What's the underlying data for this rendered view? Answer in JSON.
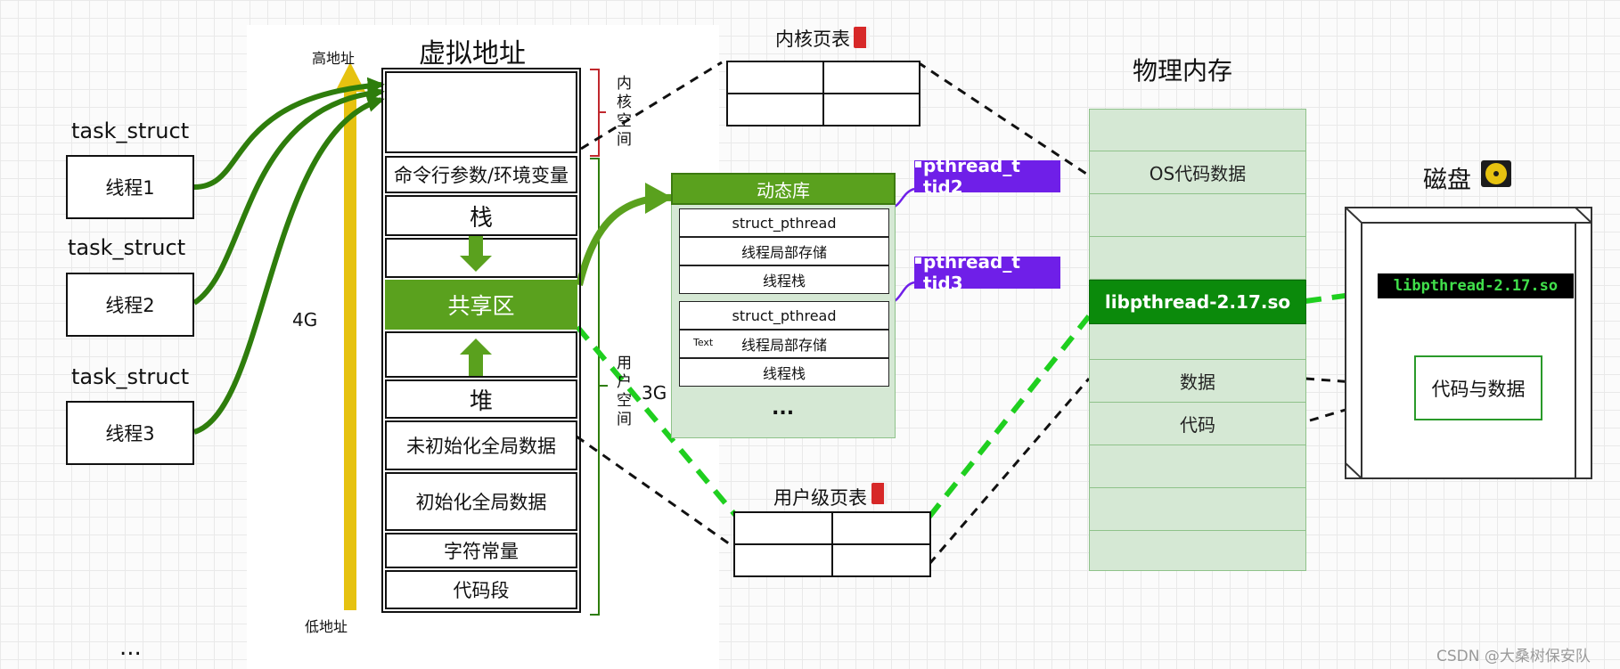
{
  "virtual": {
    "title": "虚拟地址",
    "high_label": "高地址",
    "low_label": "低地址",
    "size_4g": "4G",
    "size_3g": "3G",
    "kernel_space": "内核空间",
    "user_space": "用户空间",
    "segments": [
      "命令行参数/环境变量",
      "栈",
      "共享区",
      "堆",
      "未初始化全局数据",
      "初始化全局数据",
      "字符常量",
      "代码段"
    ]
  },
  "threads": {
    "struct_label": "task_struct",
    "items": [
      "线程1",
      "线程2",
      "线程3"
    ],
    "more": "..."
  },
  "kernel_page_table": {
    "title": "内核页表",
    "icon": "book-icon"
  },
  "user_page_table": {
    "title": "用户级页表",
    "icon": "book-icon"
  },
  "dynlib": {
    "title": "动态库",
    "group1": [
      "struct_pthread",
      "线程局部存储",
      "线程栈"
    ],
    "group2": [
      "struct_pthread",
      "线程局部存储",
      "线程栈"
    ],
    "text_marker": "Text",
    "more": "..."
  },
  "tags": {
    "tid2": "pthread_t tid2",
    "tid3": "pthread_t tid3"
  },
  "physical": {
    "title": "物理内存",
    "cells": [
      "OS代码数据",
      "",
      "",
      "libpthread-2.17.so",
      "数据",
      "代码",
      "",
      "",
      ""
    ]
  },
  "disk": {
    "title": "磁盘",
    "icon": "disk-icon",
    "file": "libpthread-2.17.so",
    "code_data": "代码与数据"
  },
  "watermark": "CSDN @大桑树保安队",
  "colors": {
    "green_dark": "#5aa11e",
    "green_light": "#d5e8d4",
    "phys_green": "#0b8a0b",
    "purple": "#6f1fe8",
    "arrow_yellow": "#e6c210",
    "dash_green": "#1fcf1f",
    "red_brace": "#c0282d"
  }
}
